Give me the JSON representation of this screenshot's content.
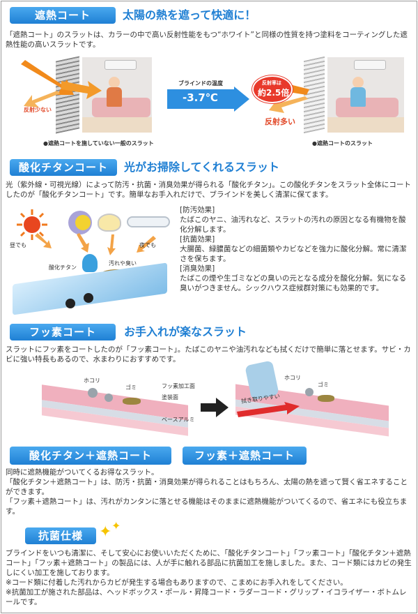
{
  "heat": {
    "title": "遮熱コート",
    "tagline": "太陽の熱を遮って快適に！",
    "body": "「遮熱コート」のスラットは、カラーの中で高い反射性能をもつ“ホワイト”と同様の性質を持つ塗料をコーティングした遮熱性能の高いスラットです。",
    "left_reflect": "反射少ない",
    "temp_label": "ブラインドの温度",
    "temp_value": "-3.7℃",
    "rate_label_1": "反射率は",
    "rate_label_2": "約2.5倍",
    "right_reflect": "反射多い",
    "caption_left": "●遮熱コートを施していない一般のスラット",
    "caption_right": "●遮熱コートのスラット"
  },
  "titanium": {
    "title": "酸化チタンコート",
    "tagline": "光がお掃除してくれるスラット",
    "body": "光（紫外線・可視光線）によって防汚・抗菌・消臭効果が得られる「酸化チタン」。この酸化チタンをスラット全体にコートしたのが「酸化チタンコート」です。簡単なお手入れだけで、ブラインドを美しく清潔に保てます。",
    "label_day": "昼でも",
    "label_night": "夜でも",
    "label_titanium": "酸化チタン",
    "label_dirt": "汚れや臭い",
    "effect1_head": "[防汚効果]",
    "effect1_body": "たばこのヤニ、油汚れなど、スラットの汚れの原因となる有機物を酸化分解します。",
    "effect2_head": "[抗菌効果]",
    "effect2_body": "大腸菌、緑膿菌などの細菌類やカビなどを強力に酸化分解。常に清潔さを保ちます。",
    "effect3_head": "[消臭効果]",
    "effect3_body": "たばこの煙や生ゴミなどの臭いの元となる成分を酸化分解。気になる臭いがつきません。シックハウス症候群対策にも効果的です。"
  },
  "fluorine": {
    "title": "フッ素コート",
    "tagline": "お手入れが楽なスラット",
    "body": "スラットにフッ素をコートしたのが「フッ素コート」。たばこのヤニや油汚れなども拭くだけで簡単に落とせます。サビ・カビに強い特長もあるので、水まわりにおすすめです。",
    "label_dust": "ホコリ",
    "label_trash": "ゴミ",
    "label_layer1": "フッ素加工面",
    "label_layer2": "塗装面",
    "label_layer3": "ベースアルミ",
    "label_wipe": "拭き取りやすい",
    "label_dust2": "ホコリ",
    "label_trash2": "ゴミ"
  },
  "combo": {
    "title_left": "酸化チタン＋遮熱コート",
    "title_right": "フッ素＋遮熱コート",
    "line1": "同時に遮熱機能がついてくるお得なスラット。",
    "line2": "「酸化チタン＋遮熱コート」は、防汚・抗菌・消臭効果が得られることはもちろん、太陽の熱を遮って賢く省エネすることができます。",
    "line3": "「フッ素＋遮熱コート」は、汚れがカンタンに落とせる機能はそのままに遮熱機能がついてくるので、省エネにも役立ちます。"
  },
  "antibac": {
    "title": "抗菌仕様",
    "line1": "ブラインドをいつも清潔に、そして安心にお使いいただくために、「酸化チタンコート」「フッ素コート」「酸化チタン＋遮熱コート」「フッ素＋遮熱コート」の製品には、人が手に触れる部品に抗菌加工を施しました。また、コード類にはカビの発生しにくい加工を施しております。",
    "note1": "※コード類に付着した汚れからカビが発生する場合もありますので、こまめにお手入れをしてください。",
    "note2": "※抗菌加工が施された部品は、ヘッドボックス・ポール・昇降コード・ラダーコード・グリップ・イコライザー・ボトムレールです。"
  },
  "colors": {
    "accent_blue": "#1f80d4",
    "title_blue": "#1f7fd3",
    "sun_orange": "#f18a1b",
    "red_text": "#e24a2a"
  }
}
